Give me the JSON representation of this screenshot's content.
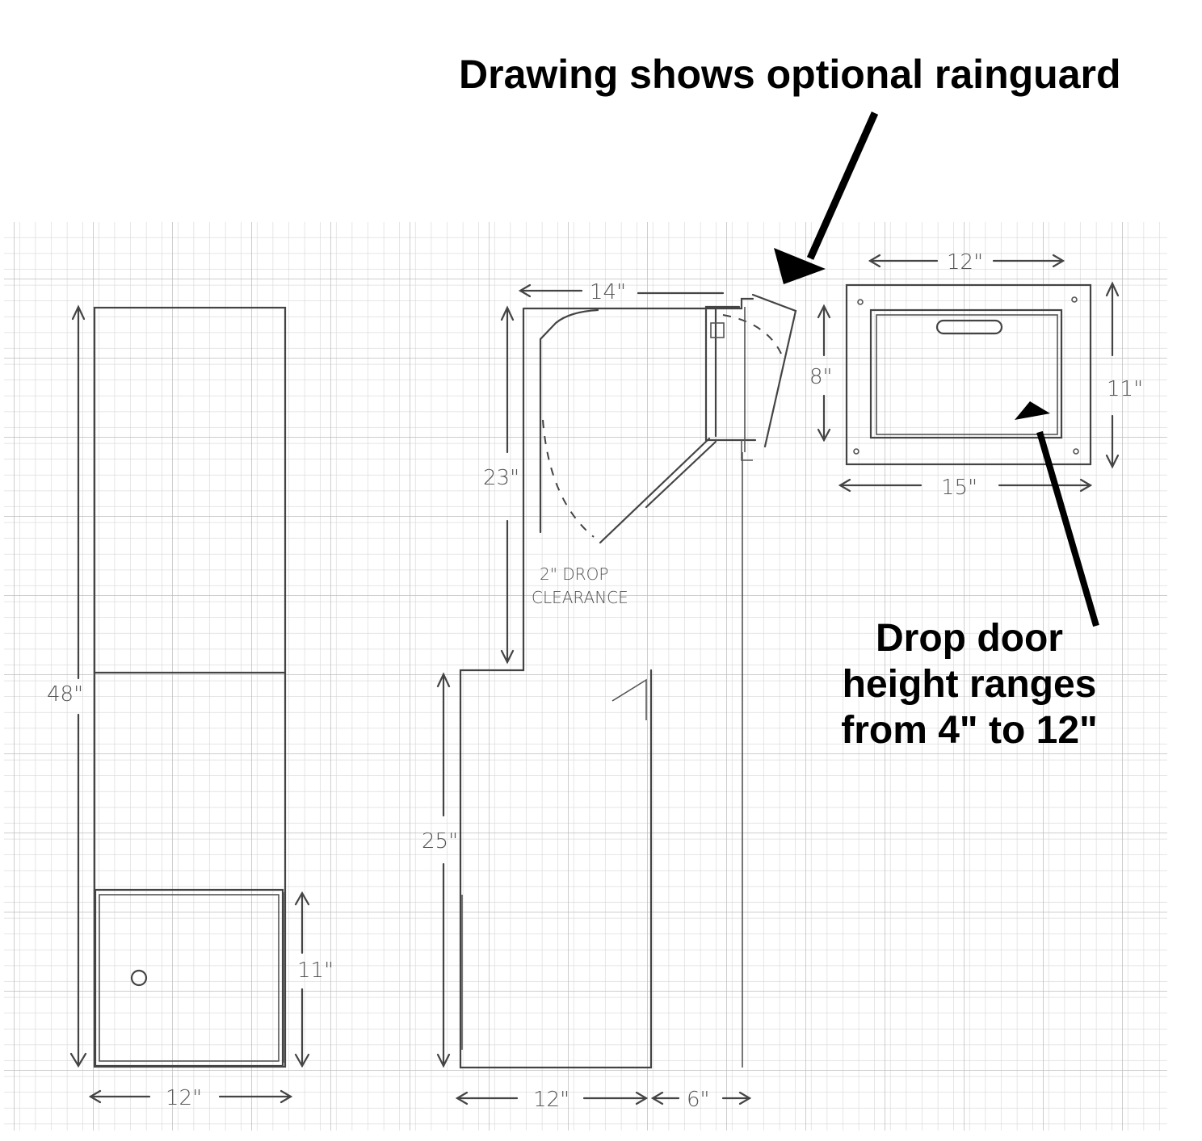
{
  "callouts": {
    "rainguard": "Drawing shows optional rainguard",
    "drop_door": [
      "Drop door",
      "height ranges",
      "from 4\" to 12\""
    ]
  },
  "front_view": {
    "height_label": "48\"",
    "width_label": "12\"",
    "door_height_label": "11\""
  },
  "side_view": {
    "top_depth_label": "14\"",
    "upper_height_label": "23\"",
    "lower_height_label": "25\"",
    "base_depth_label": "12\"",
    "overhang_label": "6\"",
    "chute_height_label": "8\"",
    "clearance_label_line1": "2\" DROP",
    "clearance_label_line2": "CLEARANCE"
  },
  "door_detail": {
    "inner_width_label": "12\"",
    "outer_width_label": "15\"",
    "height_label": "11\""
  },
  "colors": {
    "grid_minor": "#d6d6d6",
    "grid_major": "#b8b8b8",
    "ink": "#444444",
    "callout": "#000000"
  }
}
